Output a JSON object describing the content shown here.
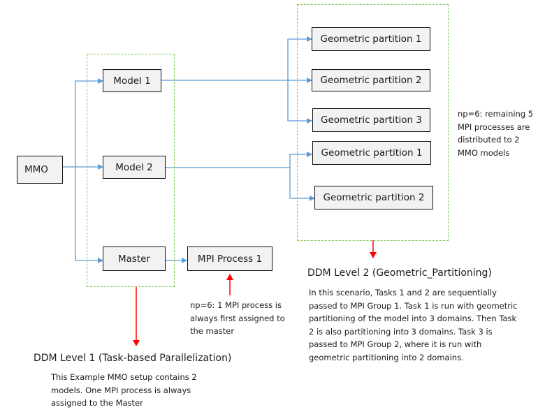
{
  "nodes": {
    "mmo": "MMO",
    "model1": "Model 1",
    "model2": "Model 2",
    "master": "Master",
    "mpi_process": "MPI Process 1",
    "model1_partitions": [
      "Geometric partition 1",
      "Geometric partition 2",
      "Geometric partition 3"
    ],
    "model2_partitions": [
      "Geometric partition 1",
      "Geometric partition 2"
    ]
  },
  "notes": {
    "remaining_processes": [
      "np=6: remaining 5",
      "MPI processes are",
      "distributed to 2",
      "MMO models"
    ],
    "master_process": [
      "np=6: 1 MPI process is",
      "always first assigned to",
      "the master"
    ]
  },
  "level1": {
    "title": "DDM Level 1 (Task-based Parallelization)",
    "description": [
      "This Example MMO setup contains 2",
      "models. One MPI process is always",
      "assigned to the Master"
    ]
  },
  "level2": {
    "title": "DDM Level 2 (Geometric_Partitioning)",
    "description": [
      "In this scenario, Tasks 1 and 2 are sequentially",
      "passed to MPI Group 1. Task 1 is run with geometric",
      "partitioning of the model into 3 domains.  Then Task",
      "2 is also partitioning into 3 domains. Task 3 is",
      "passed to MPI Group 2, where it is run with",
      "geometric partitioning into 2 domains."
    ]
  },
  "colors": {
    "connector": "#5b9bd5",
    "annotation_arrow": "#ff0000",
    "group_border": "#7ec850",
    "node_fill": "#f2f2f2"
  }
}
